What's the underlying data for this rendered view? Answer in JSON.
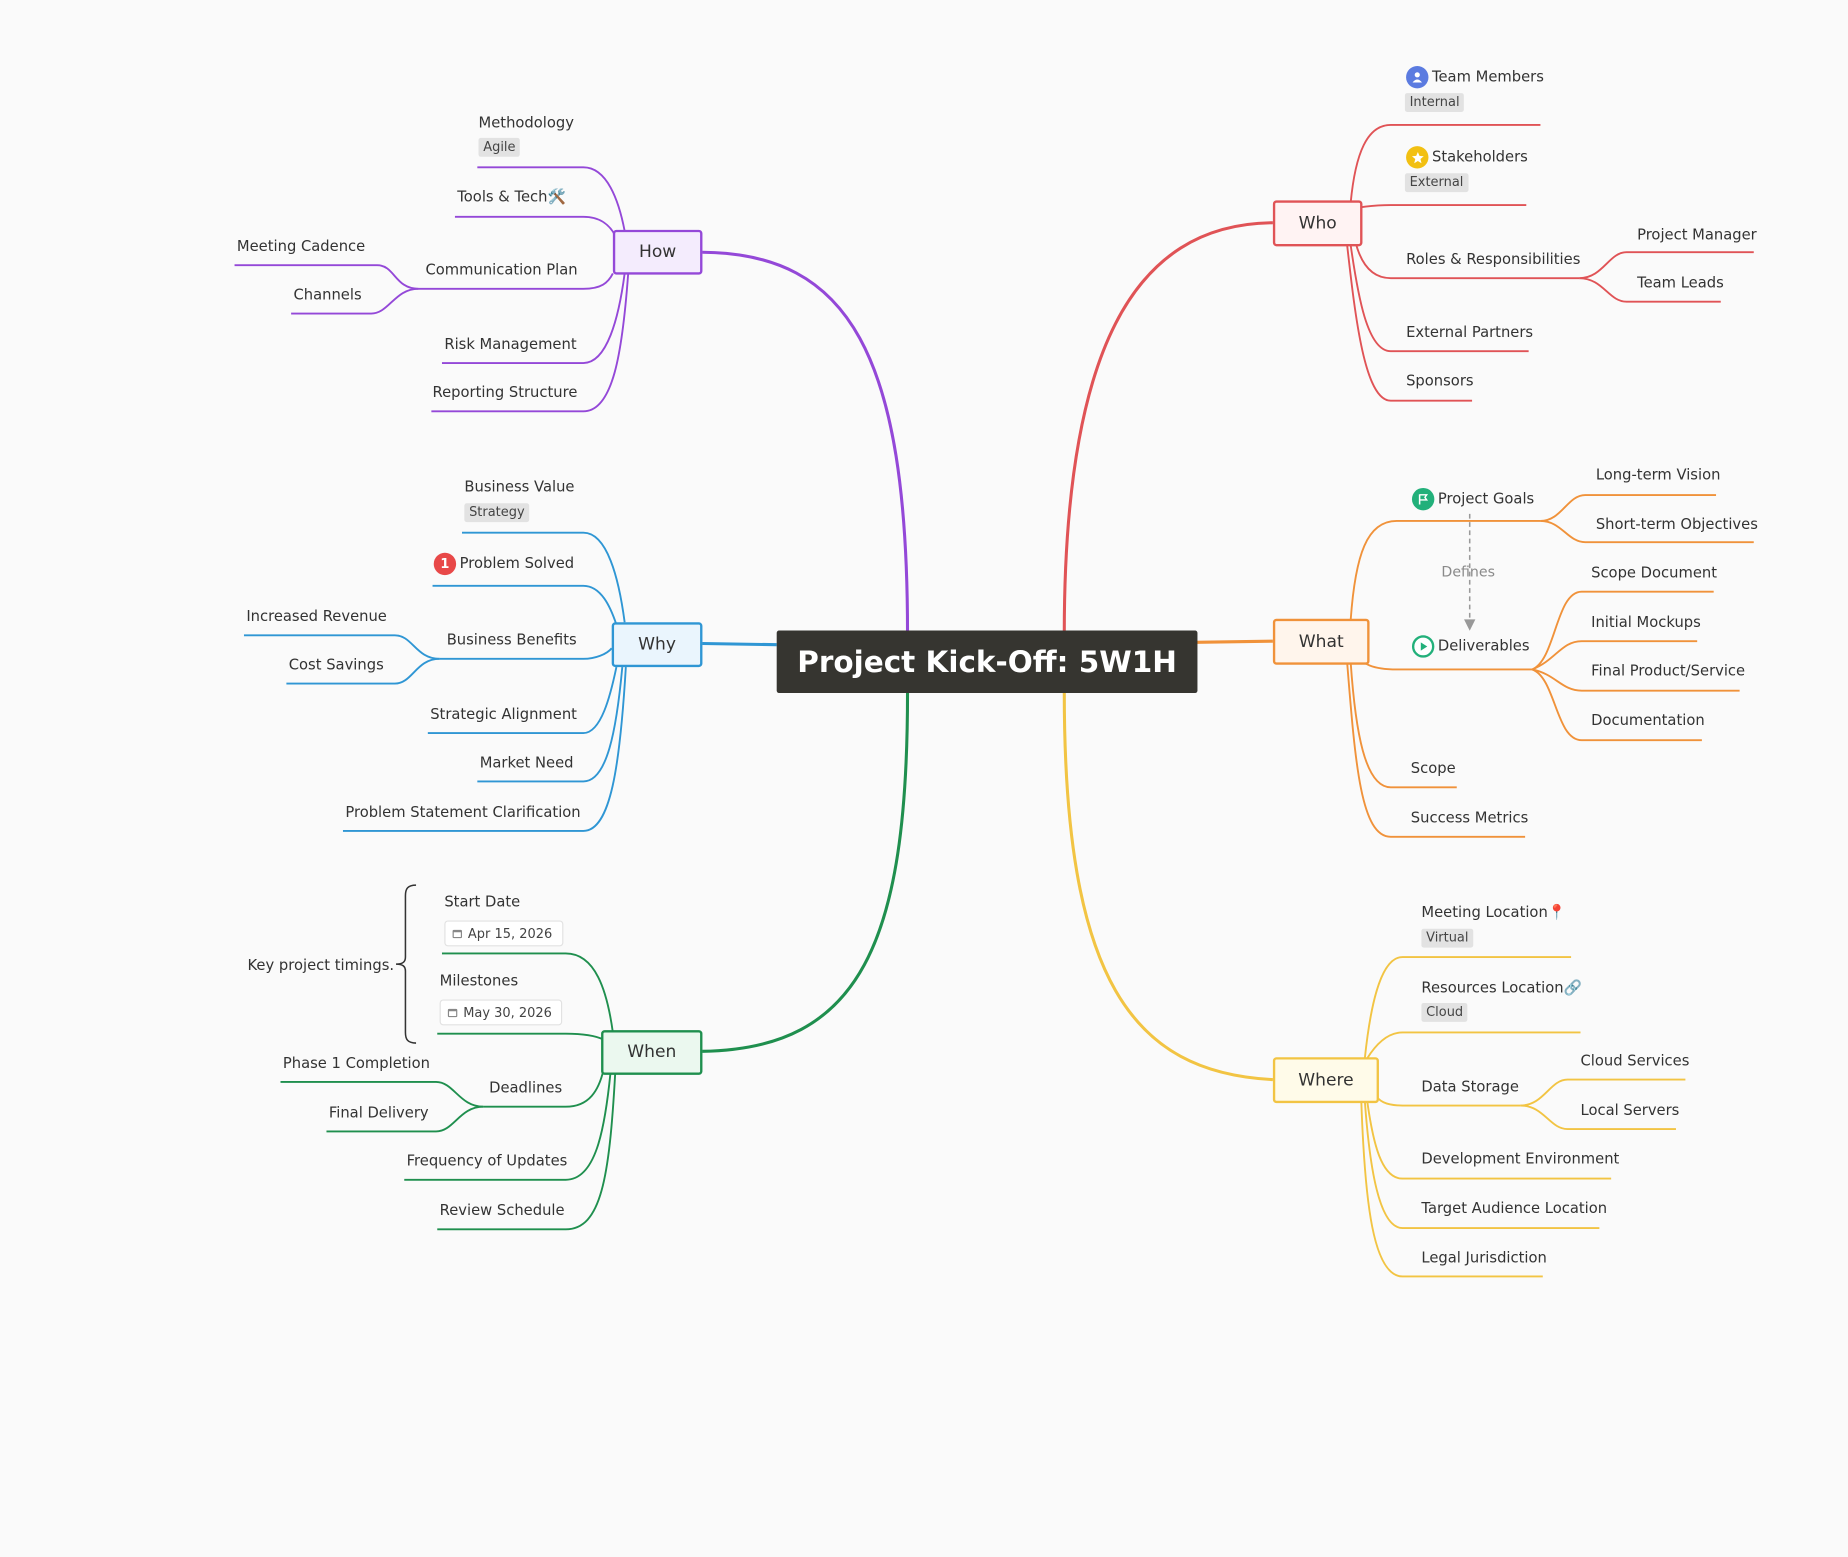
{
  "central": {
    "title": "Project Kick-Off: 5W1H"
  },
  "colors": {
    "who": "#e05356",
    "what": "#f0923a",
    "where": "#f2c443",
    "how": "#9448d8",
    "why": "#2f96d4",
    "when": "#1f8f4e",
    "central_bg": "#363530"
  },
  "who": {
    "label": "Who",
    "team_members": "Team Members",
    "team_members_tag": "Internal",
    "team_members_icon": "person-icon",
    "stakeholders": "Stakeholders",
    "stakeholders_tag": "External",
    "stakeholders_icon": "star-icon",
    "roles": "Roles & Responsibilities",
    "project_manager": "Project Manager",
    "team_leads": "Team Leads",
    "external_partners": "External Partners",
    "sponsors": "Sponsors"
  },
  "what": {
    "label": "What",
    "project_goals": "Project Goals",
    "project_goals_icon": "flag-icon",
    "long_term": "Long-term Vision",
    "short_term": "Short-term Objectives",
    "defines": "Defines",
    "deliverables": "Deliverables",
    "deliverables_icon": "play-icon",
    "scope_document": "Scope Document",
    "initial_mockups": "Initial Mockups",
    "final_product": "Final Product/Service",
    "documentation": "Documentation",
    "scope": "Scope",
    "success_metrics": "Success Metrics"
  },
  "where": {
    "label": "Where",
    "meeting_location": "Meeting Location📍",
    "meeting_location_tag": "Virtual",
    "resources_location": "Resources Location🔗",
    "resources_location_tag": "Cloud",
    "data_storage": "Data Storage",
    "cloud_services": "Cloud Services",
    "local_servers": "Local Servers",
    "dev_env": "Development Environment",
    "target_audience": "Target Audience Location",
    "legal": "Legal Jurisdiction"
  },
  "how": {
    "label": "How",
    "methodology": "Methodology",
    "methodology_tag": "Agile",
    "tools": "Tools & Tech🛠️",
    "communication": "Communication Plan",
    "meeting_cadence": "Meeting Cadence",
    "channels": "Channels",
    "risk": "Risk Management",
    "reporting": "Reporting Structure"
  },
  "why": {
    "label": "Why",
    "business_value": "Business Value",
    "business_value_tag": "Strategy",
    "problem_solved": "Problem Solved",
    "problem_solved_badge": "1",
    "business_benefits": "Business Benefits",
    "increased_revenue": "Increased Revenue",
    "cost_savings": "Cost Savings",
    "strategic_alignment": "Strategic Alignment",
    "market_need": "Market Need",
    "problem_statement": "Problem Statement Clarification"
  },
  "when": {
    "label": "When",
    "start_date": "Start Date",
    "start_date_value": "Apr 15, 2026",
    "milestones": "Milestones",
    "milestones_value": "May 30, 2026",
    "summary": "Key project timings.",
    "deadlines": "Deadlines",
    "phase1": "Phase 1 Completion",
    "final_delivery": "Final Delivery",
    "frequency": "Frequency of Updates",
    "review": "Review Schedule"
  }
}
